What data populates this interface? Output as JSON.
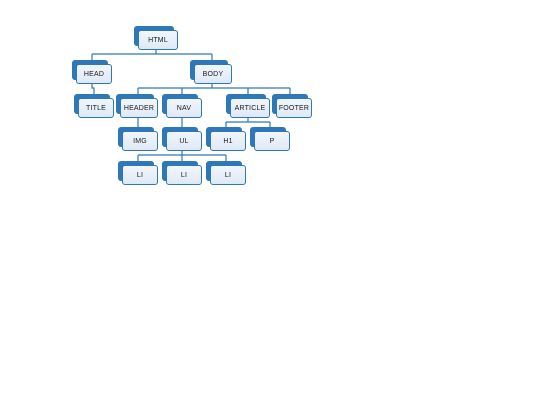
{
  "diagram": {
    "nodes": {
      "html": "HTML",
      "head": "HEAD",
      "body": "BODY",
      "title": "TITLE",
      "header": "HEADER",
      "nav": "NAV",
      "article": "ARTICLE",
      "footer": "FOOTER",
      "img": "IMG",
      "ul": "UL",
      "h1": "H1",
      "p": "P",
      "li_1": "LI",
      "li_2": "LI",
      "li_3": "LI"
    },
    "edges": [
      [
        "html",
        "head"
      ],
      [
        "html",
        "body"
      ],
      [
        "head",
        "title"
      ],
      [
        "body",
        "header"
      ],
      [
        "body",
        "nav"
      ],
      [
        "body",
        "article"
      ],
      [
        "body",
        "footer"
      ],
      [
        "header",
        "img"
      ],
      [
        "nav",
        "ul"
      ],
      [
        "article",
        "h1"
      ],
      [
        "article",
        "p"
      ],
      [
        "ul",
        "li_1"
      ],
      [
        "ul",
        "li_2"
      ],
      [
        "ul",
        "li_3"
      ]
    ],
    "colors": {
      "accent": "#2e77b8",
      "box_fill": "#e8eff8"
    }
  }
}
